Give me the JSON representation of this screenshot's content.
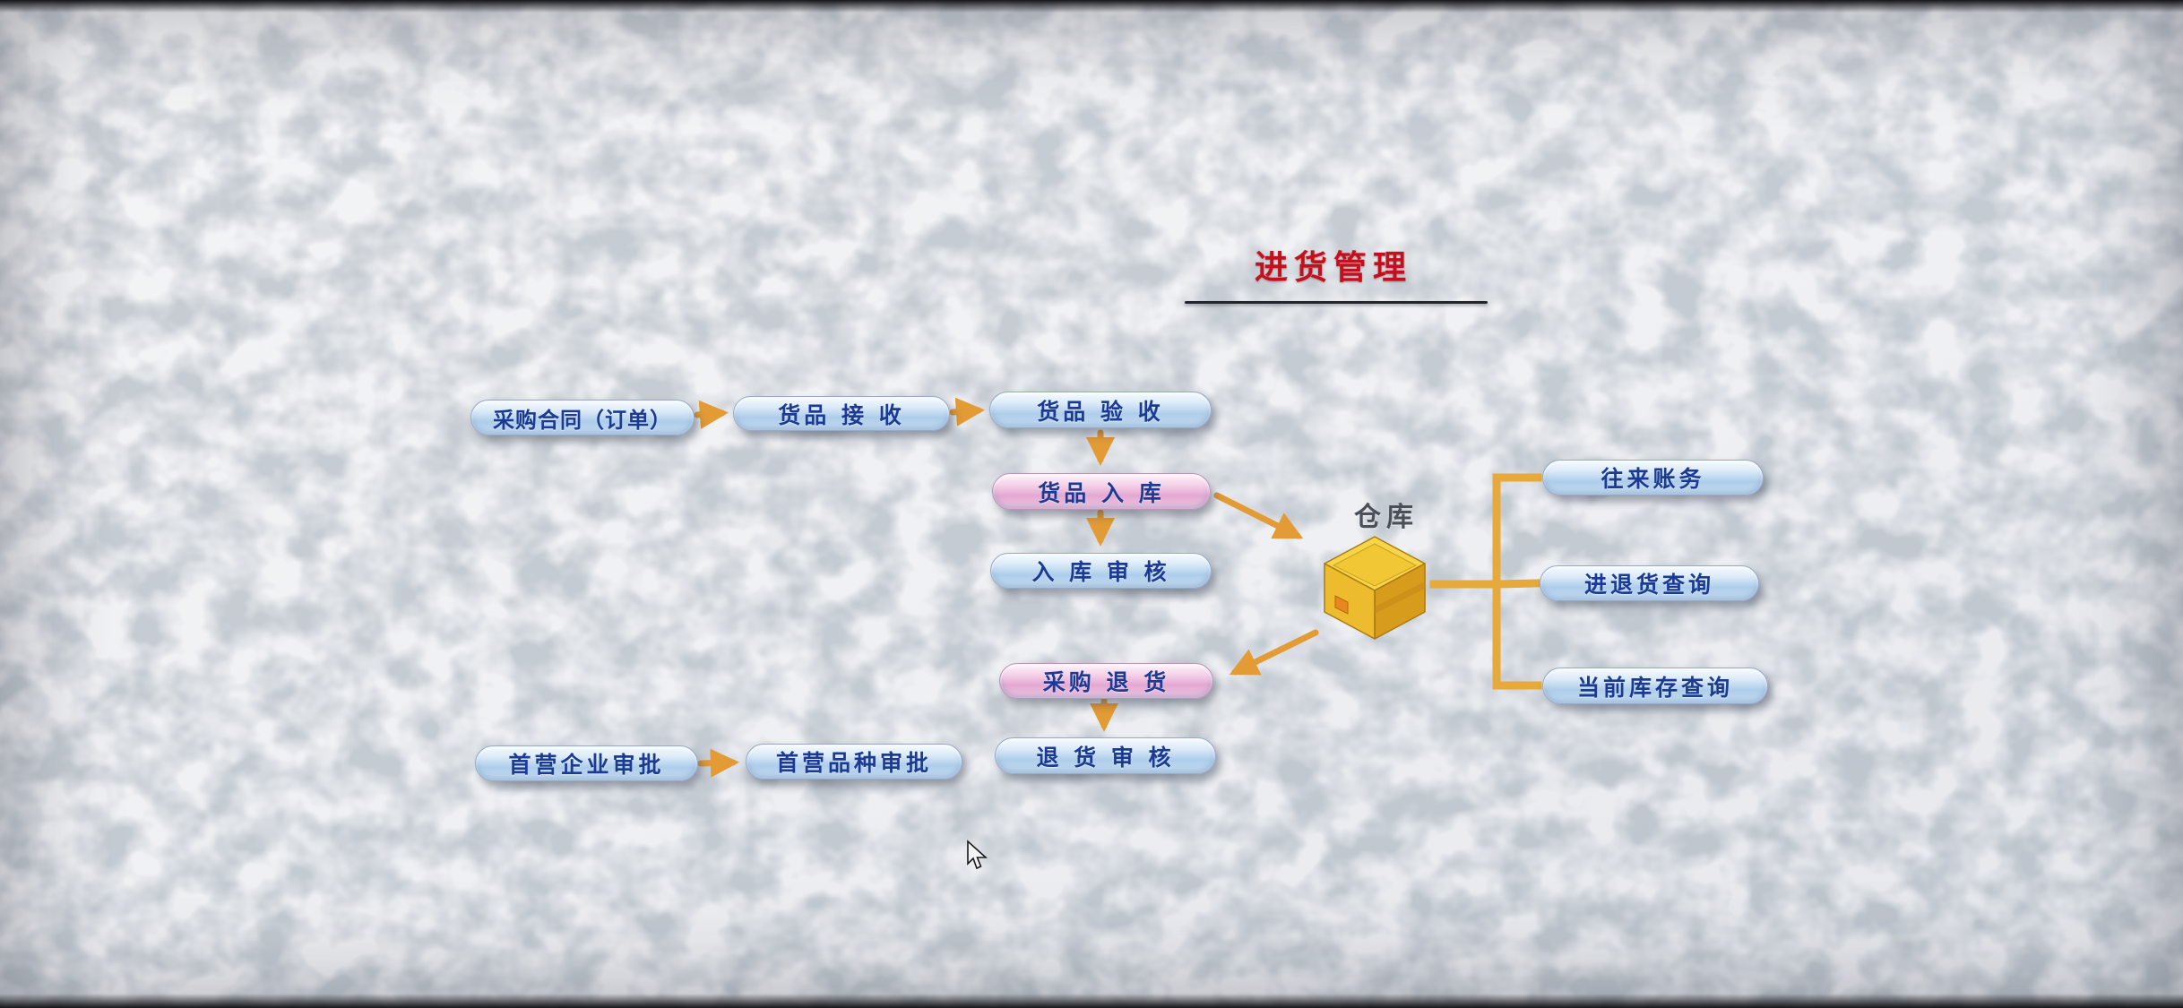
{
  "title": "进货管理",
  "warehouse": {
    "label": "仓库"
  },
  "nodes": {
    "purchase_contract": "采购合同（订单）",
    "goods_receive": "货品 接 收",
    "goods_inspect": "货品 验 收",
    "goods_in": "货品 入 库",
    "in_audit": "入 库 审 核",
    "purchase_return": "采购 退 货",
    "return_audit": "退 货 审 核",
    "first_enterprise": "首营企业审批",
    "first_variety": "首营品种审批",
    "account_services": "往来账务",
    "in_out_query": "进退货查询",
    "current_stock": "当前库存查询"
  },
  "colors": {
    "arrow": "#e39b36",
    "bracket": "#e6a93c",
    "title_red": "#c3101e",
    "pill_text_blue": "#1a3a94"
  }
}
